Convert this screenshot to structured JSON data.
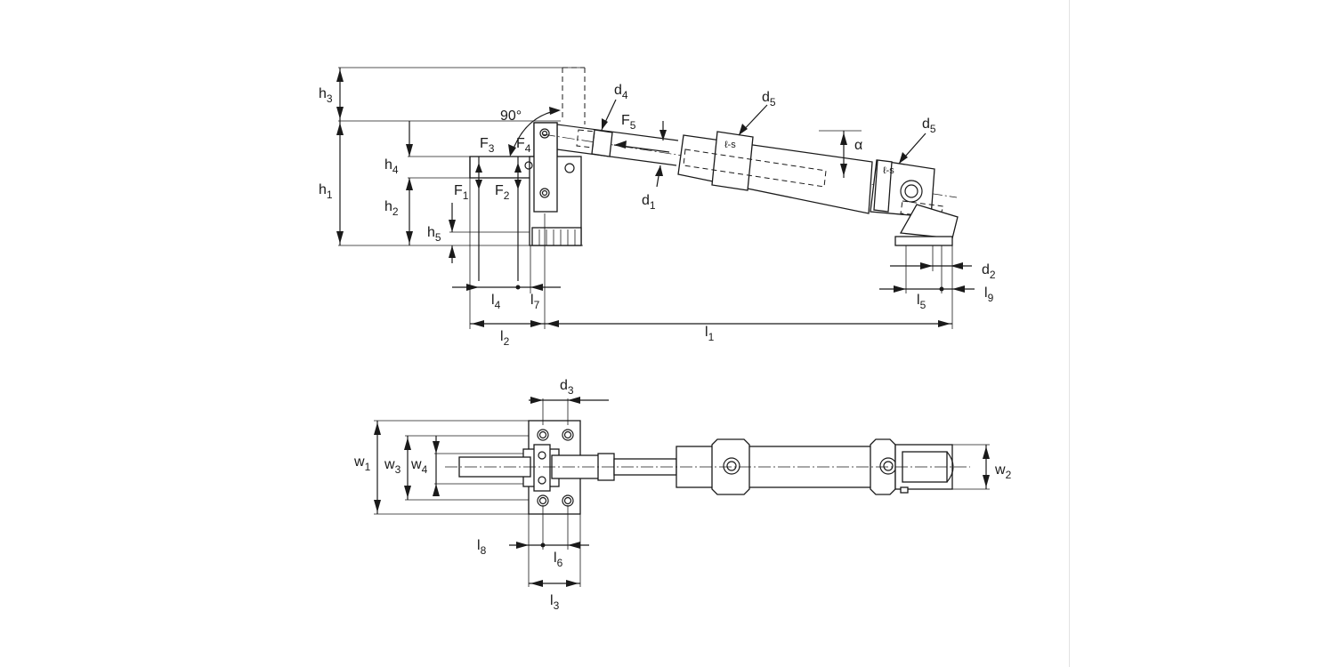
{
  "labels": {
    "h3": "h3",
    "h1": "h1",
    "h4": "h4",
    "h2": "h2",
    "h5": "h5",
    "angle90": "90°",
    "F3": "F3",
    "F4": "F4",
    "F1": "F1",
    "F2": "F2",
    "F5": "F5",
    "d4": "d4",
    "d5a": "d5",
    "d5b": "d5",
    "d1": "d1",
    "d2": "d2",
    "d3": "d3",
    "alpha": "α",
    "l4": "l4",
    "l7": "l7",
    "l2": "l2",
    "l1": "l1",
    "l5": "l5",
    "l9": "l9",
    "l8": "l8",
    "l6": "l6",
    "l3": "l3",
    "w1": "w1",
    "w3": "w3",
    "w4": "w4",
    "w2": "w2"
  }
}
